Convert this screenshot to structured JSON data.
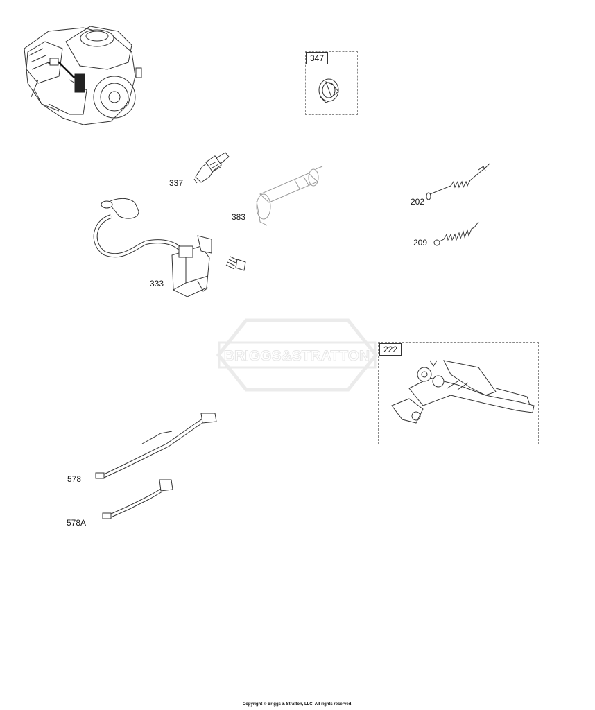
{
  "watermark": "BRIGGS&STRATTON",
  "copyright": "Copyright © Briggs & Stratton, LLC. All rights reserved.",
  "callouts": {
    "p347": "347",
    "p337": "337",
    "p383": "383",
    "p333": "333",
    "p202": "202",
    "p209": "209",
    "p222": "222",
    "p578": "578",
    "p578a": "578A"
  },
  "icons": [
    "engine-illustration",
    "fuel-cap-part",
    "spark-plug-part",
    "ignition-coil-part",
    "bolt-part",
    "spring-part",
    "governor-control-part",
    "wire-harness-part",
    "watermark-logo"
  ]
}
